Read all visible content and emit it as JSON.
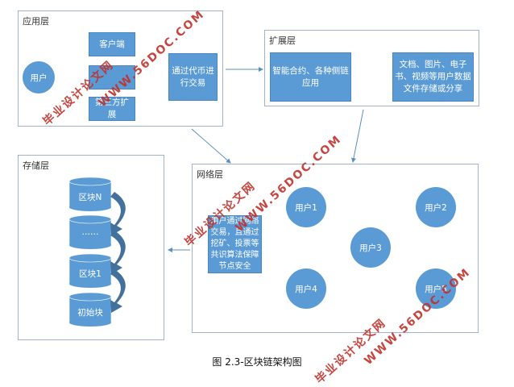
{
  "diagram": {
    "app_layer": {
      "title": "应用层",
      "user": "用户",
      "clients": [
        "客户端",
        "",
        "第三方扩展"
      ],
      "trade": "通过代币进行交易"
    },
    "ext_layer": {
      "title": "扩展层",
      "items": [
        "智能合约、各种侧链应用",
        "文档、图片、电子书、视频等用户数据文件存储或分享"
      ]
    },
    "storage_layer": {
      "title": "存储层",
      "blocks": [
        "区块N",
        "……",
        "区块1",
        "初始块"
      ]
    },
    "network_layer": {
      "title": "网络层",
      "description": "用户通过网络交易，且通过挖矿、投票等共识算法保障节点安全",
      "nodes": [
        "用户1",
        "用户2",
        "用户3",
        "用户4",
        "用户5"
      ]
    },
    "caption": "图 2.3-区块链架构图",
    "colors": {
      "node": "#5b9bd5",
      "border": "#9fb4c8",
      "arrow": "#41719c"
    }
  },
  "watermark": {
    "site": "WWW.56DOC.COM",
    "name": "毕业设计论文网"
  }
}
